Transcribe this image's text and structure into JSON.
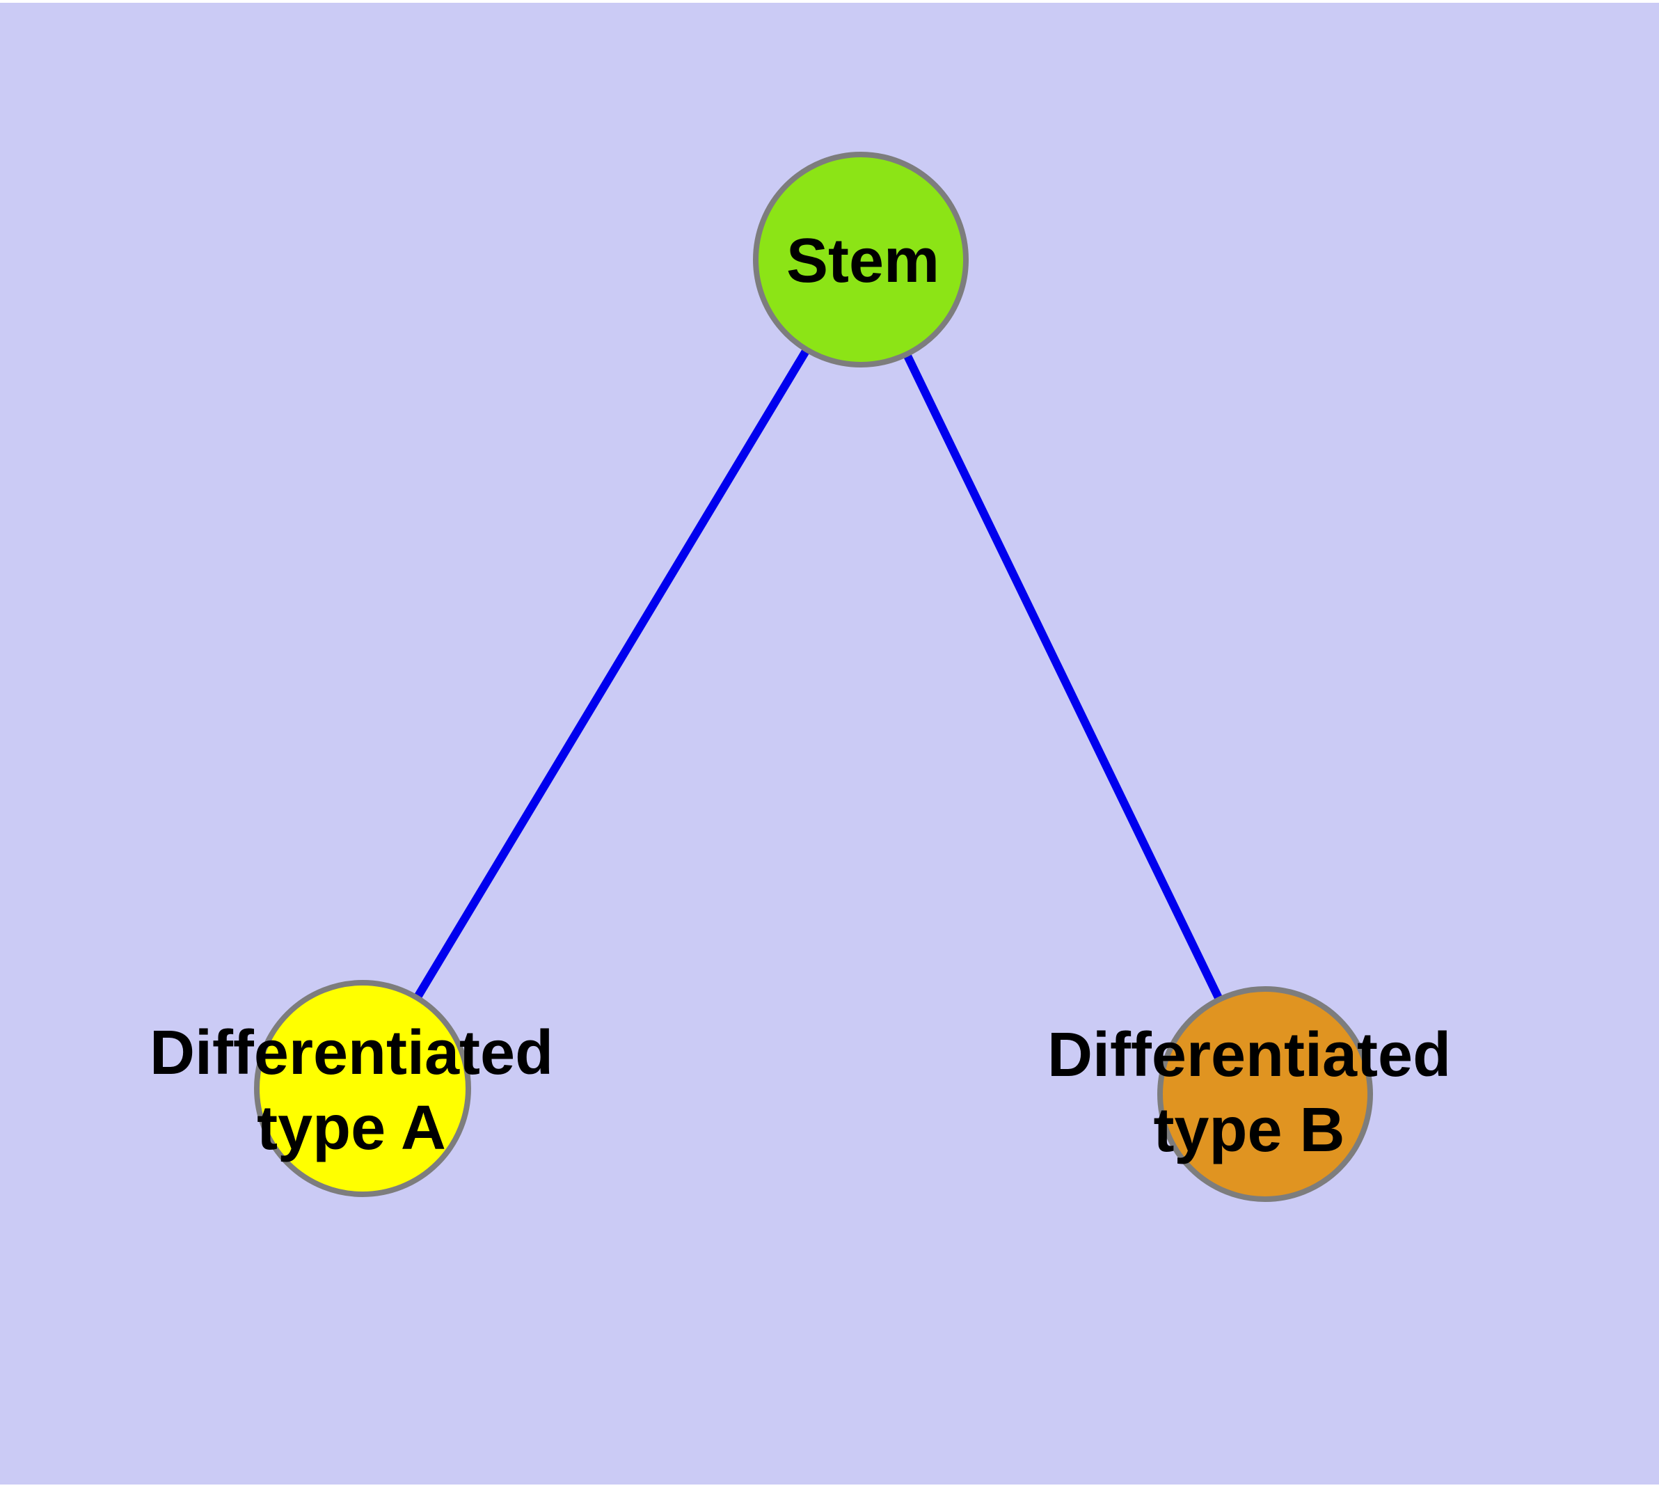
{
  "diagram_type": "node-link graph",
  "colors": {
    "background": "#cbcbf5",
    "page_margin": "#ffffff",
    "node_border": "#7d7d7d",
    "edge": "#0000ee",
    "label_text": "#000000"
  },
  "nodes": [
    {
      "name": "stem",
      "label": "Stem",
      "lines": [
        "Stem"
      ],
      "fill": "#8ce416"
    },
    {
      "name": "differentiated-type-a",
      "label": "Differentiated type A",
      "lines": [
        "Differentiated",
        "type A"
      ],
      "fill": "#ffff00"
    },
    {
      "name": "differentiated-type-b",
      "label": "Differentiated type B",
      "lines": [
        "Differentiated",
        "type B"
      ],
      "fill": "#e09421"
    }
  ],
  "edges": [
    {
      "from": "Stem",
      "to": "Differentiated type A",
      "color": "#0000ee"
    },
    {
      "from": "Stem",
      "to": "Differentiated type B",
      "color": "#0000ee"
    }
  ]
}
